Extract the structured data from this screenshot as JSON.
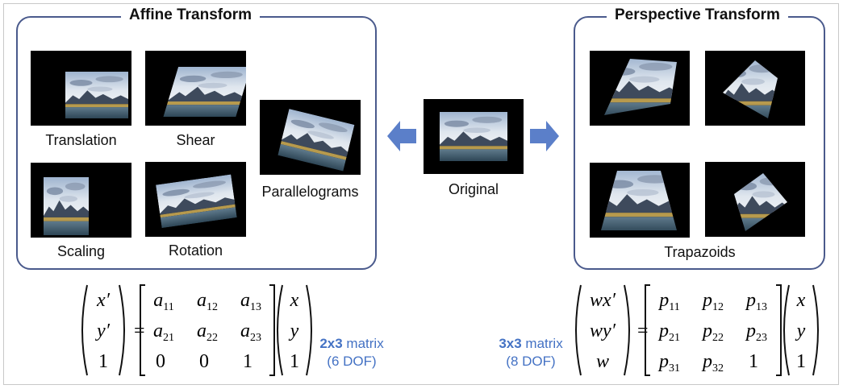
{
  "affine": {
    "title": "Affine Transform",
    "labels": {
      "translation": "Translation",
      "shear": "Shear",
      "scaling": "Scaling",
      "rotation": "Rotation",
      "parallelograms": "Parallelograms"
    }
  },
  "original": {
    "label": "Original"
  },
  "perspective": {
    "title": "Perspective Transform",
    "labels": {
      "trapazoids": "Trapazoids"
    }
  },
  "affine_matrix": {
    "lhs": [
      "x′",
      "y′",
      "1"
    ],
    "rows": [
      [
        "a11",
        "a12",
        "a13"
      ],
      [
        "a21",
        "a22",
        "a23"
      ],
      [
        "0",
        "0",
        "1"
      ]
    ],
    "rhs": [
      "x",
      "y",
      "1"
    ],
    "note_bold": "2x3",
    "note_text": " matrix",
    "note_dof": "(6 DOF)"
  },
  "perspective_matrix": {
    "lhs": [
      "wx′",
      "wy′",
      "w"
    ],
    "rows": [
      [
        "p11",
        "p12",
        "p13"
      ],
      [
        "p21",
        "p22",
        "p23"
      ],
      [
        "p31",
        "p32",
        "1"
      ]
    ],
    "rhs": [
      "x",
      "y",
      "1"
    ],
    "note_bold": "3x3",
    "note_text": " matrix",
    "note_dof": "(8 DOF)"
  },
  "colors": {
    "panel_border": "#4a5a8c",
    "arrow": "#5b7fc9",
    "note": "#4472c4"
  }
}
